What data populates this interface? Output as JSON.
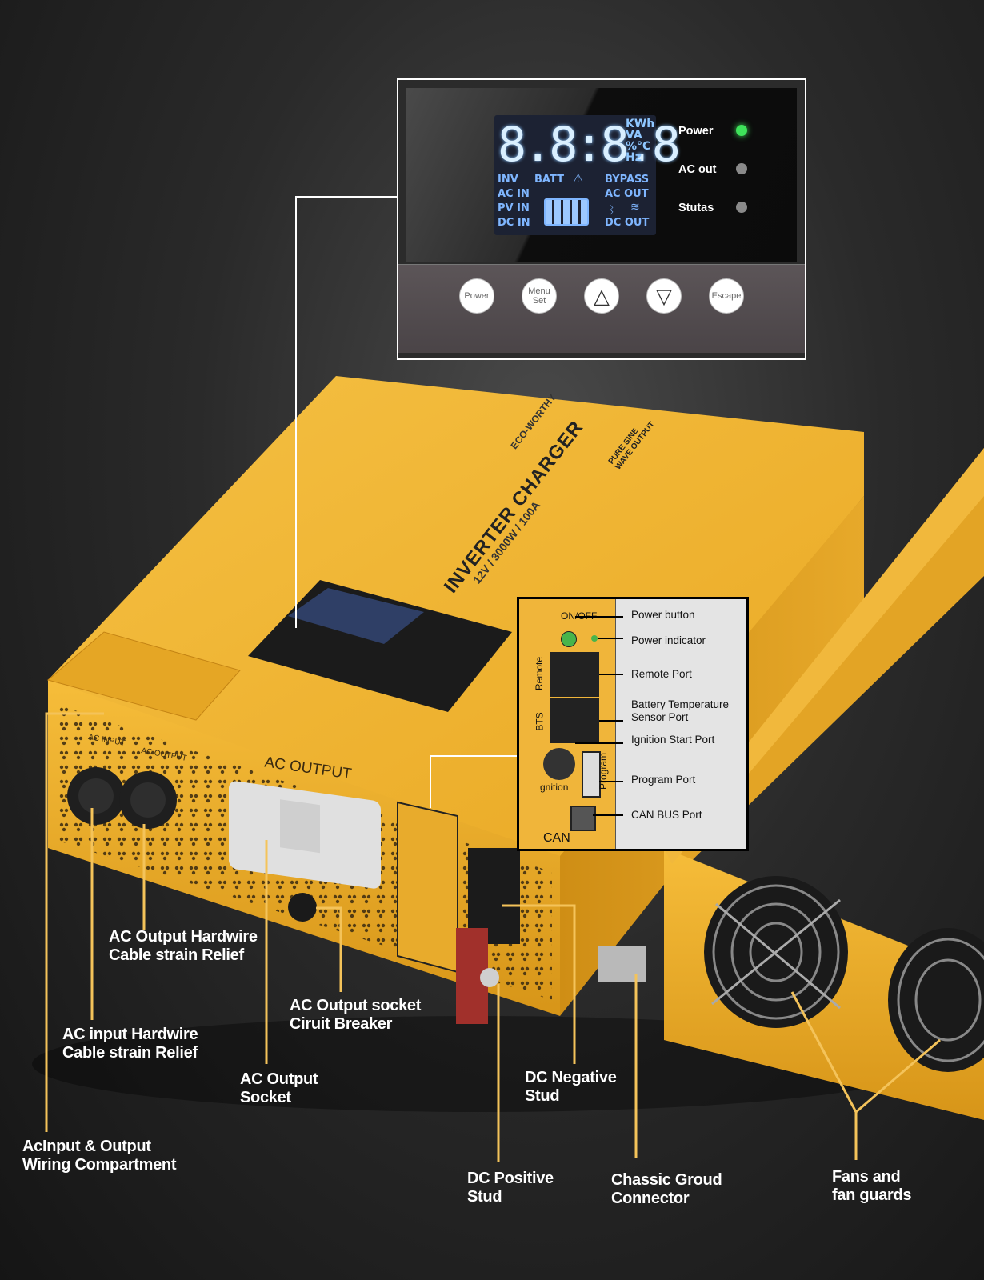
{
  "device": {
    "brand": "ECO-WORTHY",
    "title": "INVERTER CHARGER",
    "spec": "12V / 3000W / 100A",
    "wave_label": "PURE SINE WAVE OUTPUT",
    "ac_output_text": "AC OUTPUT",
    "ac_input_text": "AC INPUT",
    "ac_output_small": "AC OUTPUT"
  },
  "display": {
    "digits": "8.8:8.8",
    "units": "KWh\nVA\n%°C\nHz",
    "left_words": "INV\nAC IN\nPV IN\nDC IN",
    "batt": "BATT",
    "right_words": "BYPASS\nAC OUT\n\nDC OUT",
    "indicators": [
      {
        "label": "Power",
        "color": "#3ee35a"
      },
      {
        "label": "AC out",
        "color": "#8a8a8a"
      },
      {
        "label": "Stutas",
        "color": "#8a8a8a"
      }
    ],
    "buttons": [
      "Power",
      "Menu\nSet",
      "△",
      "▽",
      "Escape"
    ]
  },
  "ports": {
    "onoff": "ON/OFF",
    "remote": "Remote",
    "bts": "BTS",
    "ignition": "gnition",
    "program": "Program",
    "can": "CAN",
    "labels": [
      "Power button",
      "Power indicator",
      "Remote Port",
      "Battery Temperature\nSensor Port",
      "Ignition Start Port",
      "Program Port",
      "CAN BUS Port"
    ]
  },
  "callouts": [
    {
      "key": "ac-output-strain-relief",
      "text": "AC Output Hardwire\nCable strain Relief"
    },
    {
      "key": "ac-input-strain-relief",
      "text": "AC input Hardwire\nCable strain Relief"
    },
    {
      "key": "ac-socket-breaker",
      "text": "AC Output socket\nCiruit Breaker"
    },
    {
      "key": "ac-output-socket",
      "text": "AC Output\nSocket"
    },
    {
      "key": "wiring-compartment",
      "text": "AcInput & Output\nWiring Compartment"
    },
    {
      "key": "dc-negative-stud",
      "text": "DC Negative\nStud"
    },
    {
      "key": "dc-positive-stud",
      "text": "DC Positive\nStud"
    },
    {
      "key": "chassis-ground",
      "text": "Chassic Groud\nConnector"
    },
    {
      "key": "fans",
      "text": "Fans and\nfan guards"
    }
  ],
  "colors": {
    "body": "#f2b632",
    "callout_line": "#f4c35a"
  }
}
